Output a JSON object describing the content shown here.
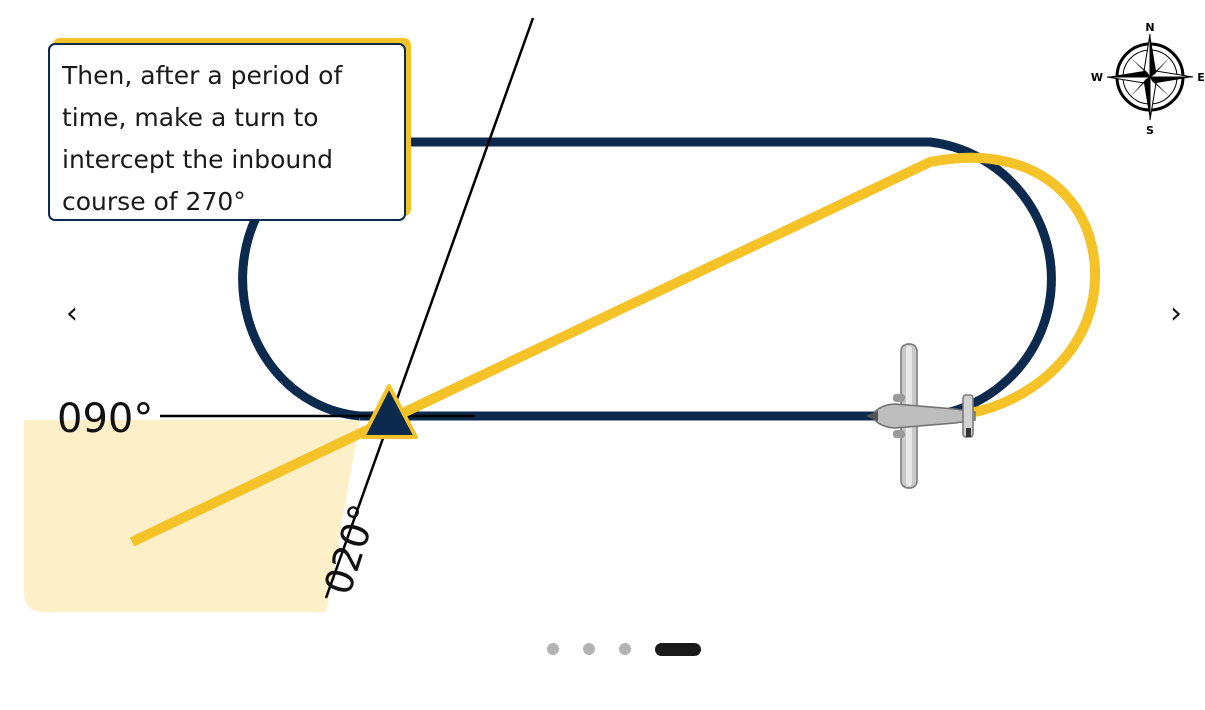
{
  "slide": {
    "callout_text": "Then, after a period of time, make a turn to intercept the inbound course of 270°",
    "label_090": "090°",
    "label_020": "020°"
  },
  "compass": {
    "n": "N",
    "s": "S",
    "e": "E",
    "w": "W"
  },
  "nav": {
    "prev_icon": "‹",
    "next_icon": "›"
  },
  "pagination": {
    "total": 4,
    "active_index": 3
  },
  "colors": {
    "navy": "#0c2a4d",
    "yellow": "#f5c228",
    "sector_fill": "#fdf0c8",
    "black": "#000000"
  },
  "icons": [
    "compass-rose-icon",
    "airplane-icon",
    "vor-station-icon",
    "chevron-left-icon",
    "chevron-right-icon"
  ]
}
